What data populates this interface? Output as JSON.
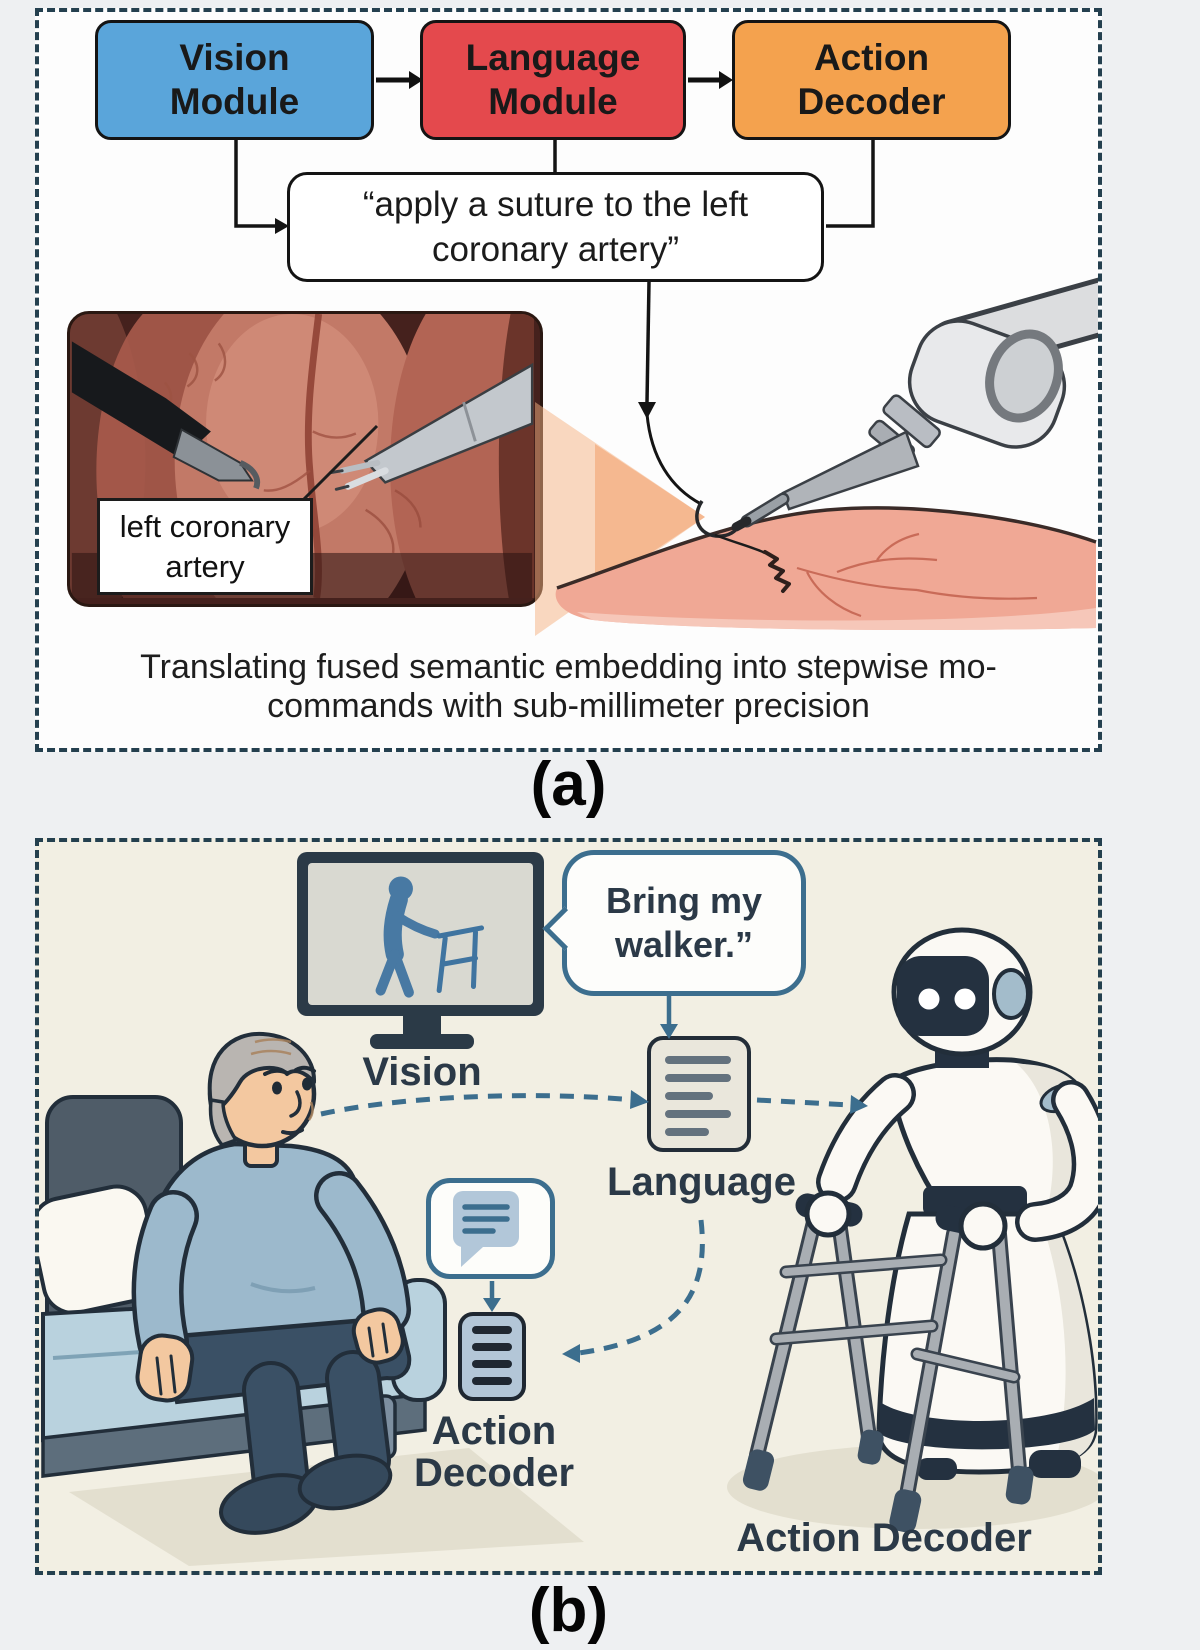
{
  "figure": {
    "panel_a": {
      "tag": "(a)",
      "modules": [
        {
          "id": "vision",
          "label": "Vision Module",
          "color": "#5aa5da"
        },
        {
          "id": "language",
          "label": "Language Module",
          "color": "#e4494d"
        },
        {
          "id": "action",
          "label": "Action Decoder",
          "color": "#f4a24e"
        }
      ],
      "command_quote": "“apply a suture to the left coronary artery”",
      "inset_label": "left coronary artery",
      "caption": [
        "Translating fused semantic embedding into stepwise mo-",
        "commands with sub-millimeter precision"
      ]
    },
    "panel_b": {
      "tag": "(b)",
      "vision_label": "Vision",
      "speech_text": "Bring my walker.”",
      "language_label": "Language",
      "action_decoder_lines": [
        "Action",
        "Decoder"
      ],
      "robot_action_label": "Action Decoder"
    }
  },
  "colors": {
    "module_vision": "#5aa5da",
    "module_language": "#e4494d",
    "module_action": "#f4a24e",
    "panel_border": "#24404f",
    "accent_steel_blue": "#3c6e8e",
    "panel_a_background": "#fdfdfd",
    "panel_b_background": "#f2efe3"
  }
}
